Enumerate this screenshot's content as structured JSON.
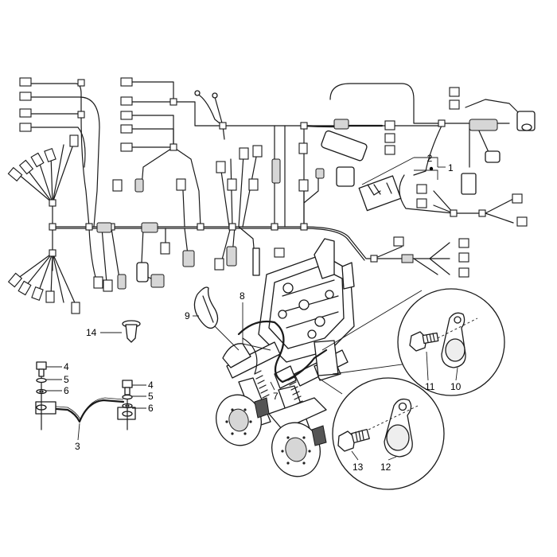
{
  "callouts": {
    "c1": "1",
    "c2": "2",
    "c3": "3",
    "c4a": "4",
    "c4b": "4",
    "c5a": "5",
    "c5b": "5",
    "c6a": "6",
    "c6b": "6",
    "c7": "7",
    "c8": "8",
    "c9": "9",
    "c10": "10",
    "c11": "11",
    "c12": "12",
    "c13": "13",
    "c14": "14"
  }
}
